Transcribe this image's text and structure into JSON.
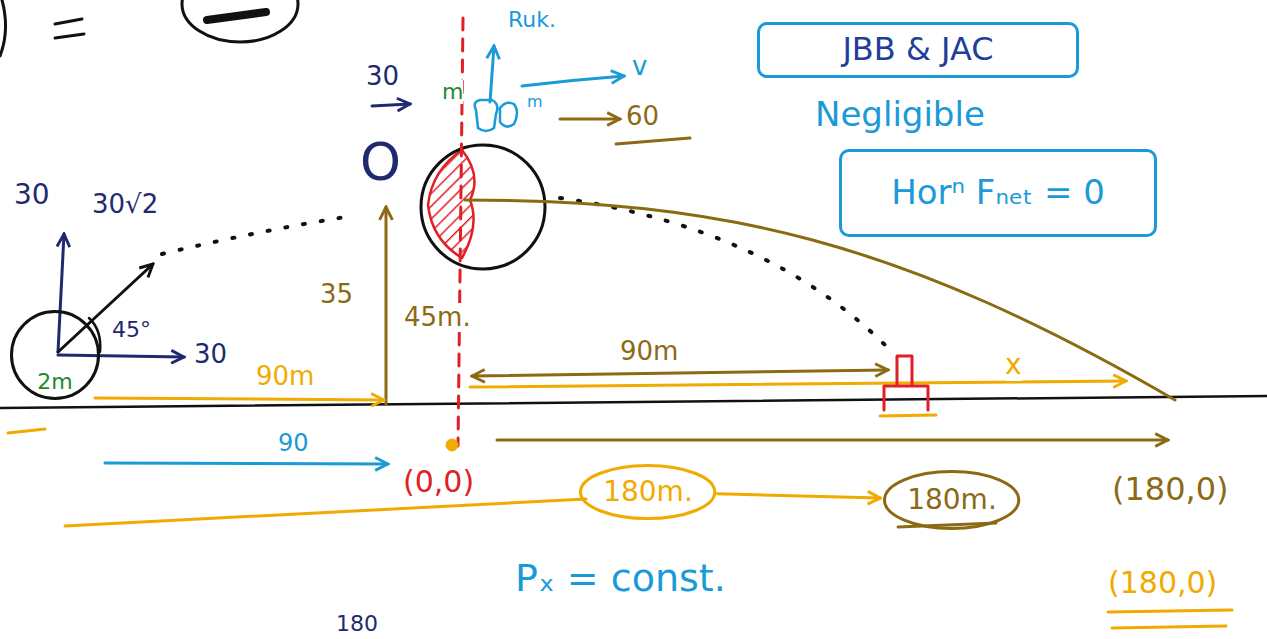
{
  "diagram": {
    "nodes": [
      {
        "text": [
          "2m"
        ]
      },
      {
        "text": [
          "JBB & JAC"
        ]
      },
      {
        "text": [
          "Horⁿ Fₙₑₜ = 0"
        ]
      },
      {
        "text": [
          "180m."
        ]
      },
      {
        "text": [
          "180m."
        ]
      }
    ],
    "edges": [
      {
        "from": 3,
        "to": 4,
        "arrow": "to"
      }
    ],
    "labels": [
      "30",
      "30√2",
      "45°",
      "30",
      "90m",
      "35",
      "45m.",
      "90",
      "O",
      "30",
      "m",
      "Ruk.",
      "v",
      "m",
      "60",
      "Negligible",
      "90m",
      "x",
      "(0,0)",
      "(180,0)",
      "(180,0)",
      "Pₓ = const.",
      "180"
    ]
  }
}
